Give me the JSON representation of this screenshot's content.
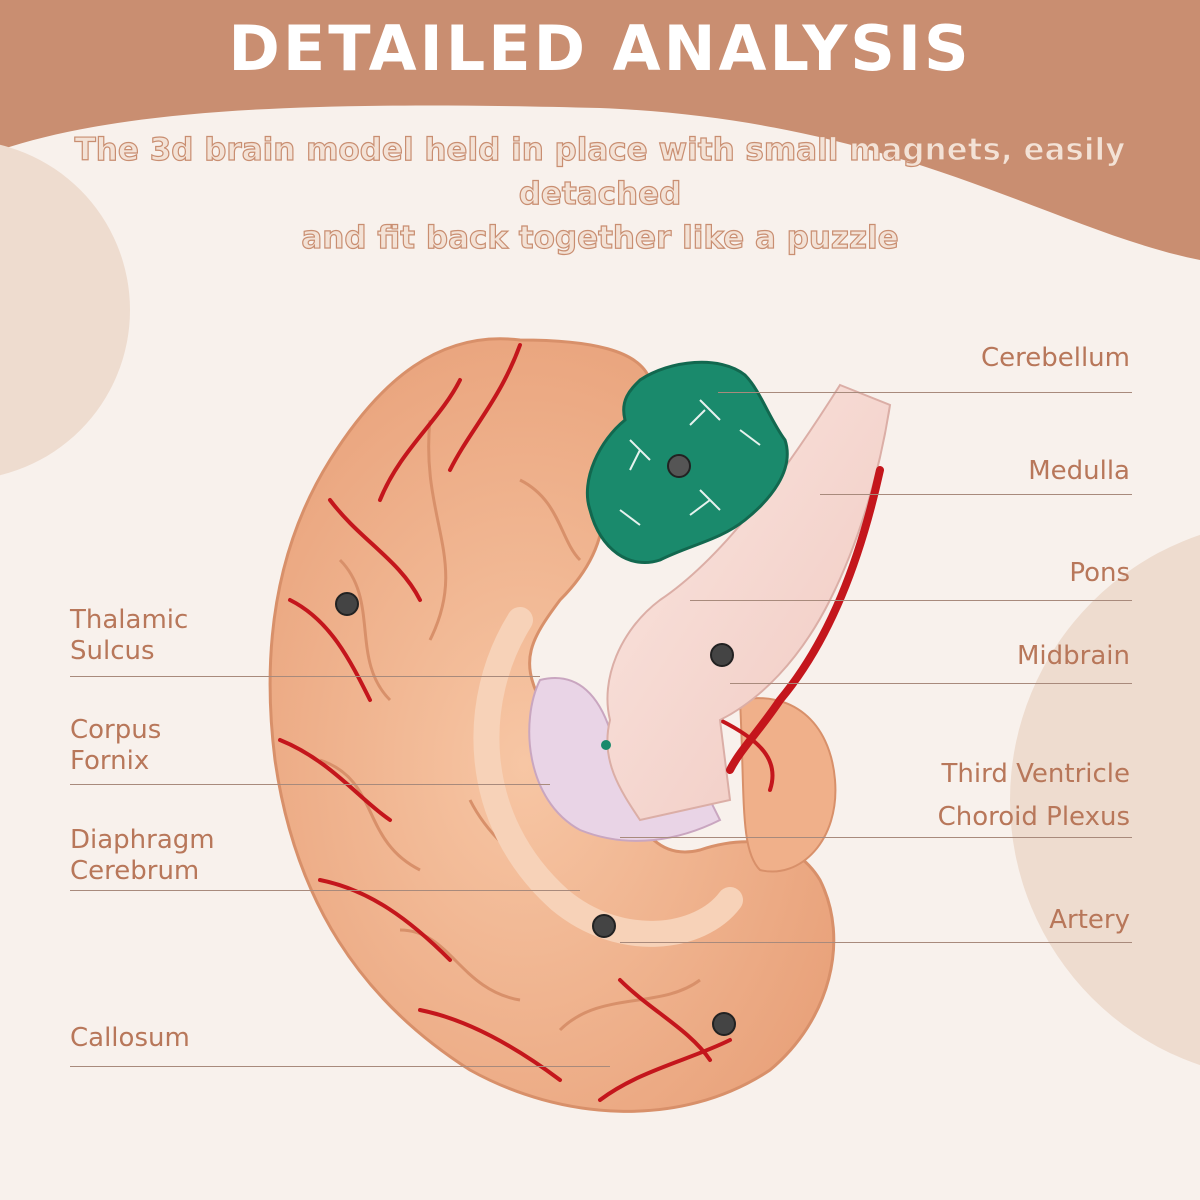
{
  "header": {
    "title": "DETAILED ANALYSIS",
    "subtitle_line1": "The 3d brain model held in place with small magnets, easily detached",
    "subtitle_line2": "and fit back together like a puzzle"
  },
  "colors": {
    "banner": "#c98e71",
    "background": "#f8f1ec",
    "circle": "#eedccf",
    "label_text": "#b8775a",
    "leader_line": "#a88a7c",
    "brain_tissue": "#f2b48e",
    "artery": "#c4161c",
    "cerebellum_piece": "#1a8a6c"
  },
  "labels_right": [
    {
      "text": "Cerebellum"
    },
    {
      "text": "Medulla"
    },
    {
      "text": "Pons"
    },
    {
      "text": "Midbrain"
    },
    {
      "text": "Third Ventricle"
    },
    {
      "text": "Choroid Plexus"
    },
    {
      "text": "Artery"
    }
  ],
  "labels_left": [
    {
      "text": "Thalamic\nSulcus"
    },
    {
      "text": "Corpus\nFornix"
    },
    {
      "text": "Diaphragm\nCerebrum"
    },
    {
      "text": "Callosum"
    }
  ],
  "image": {
    "subject": "brain-model-photo"
  }
}
